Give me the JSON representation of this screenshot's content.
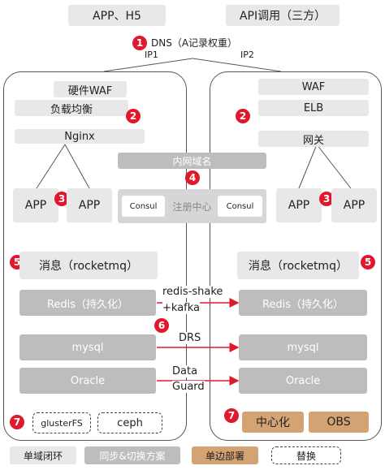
{
  "top": {
    "app_h5": "APP、H5",
    "api": "API调用（三方）"
  },
  "dns": {
    "badge": "1",
    "label": "DNS（A记录权重）",
    "ip1": "IP1",
    "ip2": "IP2"
  },
  "left": {
    "hw_waf": "硬件WAF",
    "lb": "负载均衡",
    "nginx": "Nginx",
    "app1": "APP",
    "app2": "APP",
    "mq": "消息（rocketmq）",
    "redis": "Redis（持久化）",
    "mysql": "mysql",
    "oracle": "Oracle",
    "glusterfs": "glusterFS",
    "ceph": "ceph"
  },
  "right": {
    "waf": "WAF",
    "elb": "ELB",
    "gateway": "网关",
    "app1": "APP",
    "app2": "APP",
    "mq": "消息（rocketmq）",
    "redis": "Redis（持久化）",
    "mysql": "mysql",
    "oracle": "Oracle",
    "center": "中心化",
    "obs": "OBS"
  },
  "center": {
    "intranet_domain": "内网域名",
    "consul_left": "Consul",
    "registry": "注册中心",
    "consul_right": "Consul"
  },
  "sync": {
    "redis_shake_1": "redis-shake",
    "redis_shake_2": "+kafka",
    "drs": "DRS",
    "dg_1": "Data",
    "dg_2": "Guard"
  },
  "badges": {
    "b2": "2",
    "b3": "3",
    "b4": "4",
    "b5": "5",
    "b6": "6",
    "b7": "7"
  },
  "legend": {
    "single_domain": "单域闭环",
    "sync_switch": "同步&切换方案",
    "single_deploy": "单边部署",
    "replace": "替换"
  },
  "colors": {
    "badge": "#e0182c",
    "orange": "#d4a373",
    "gray": "#bdbdbd",
    "light": "#e8e8e8"
  }
}
